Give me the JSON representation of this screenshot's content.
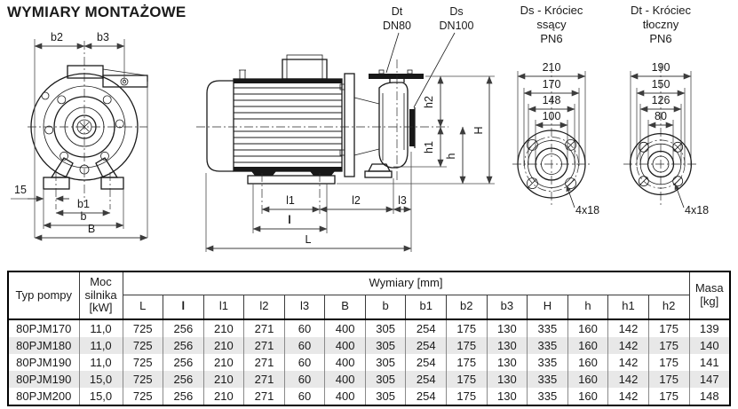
{
  "page": {
    "title": "WYMIARY MONTAŻOWE"
  },
  "drawings": {
    "front_view": {
      "b2": "b2",
      "b3": "b3",
      "dim15": "15",
      "b1": "b1",
      "b": "b",
      "B": "B"
    },
    "side_view": {
      "dt": "Dt",
      "dt_size": "DN80",
      "ds": "Ds",
      "ds_size": "DN100",
      "h2": "h2",
      "h1": "h1",
      "h": "h",
      "H": "H",
      "l1": "l1",
      "l2": "l2",
      "l3": "l3",
      "l": "l",
      "L": "L"
    },
    "suction_flange": {
      "title_line1": "Ds - Króciec",
      "title_line2": "ssący",
      "title_line3": "PN6",
      "dims": [
        "210",
        "170",
        "148",
        "100"
      ],
      "holes": "4x18"
    },
    "discharge_flange": {
      "title_line1": "Dt - Króciec",
      "title_line2": "tłoczny",
      "title_line3": "PN6",
      "dims": [
        "190",
        "150",
        "126",
        "80"
      ],
      "holes": "4x18"
    }
  },
  "table": {
    "headers": {
      "typ": "Typ pompy",
      "moc": "Moc silnika [kW]",
      "wymiary": "Wymiary [mm]",
      "masa": "Masa [kg]"
    },
    "dim_cols": [
      "L",
      "l",
      "l1",
      "l2",
      "l3",
      "B",
      "b",
      "b1",
      "b2",
      "b3",
      "H",
      "h",
      "h1",
      "h2"
    ],
    "rows": [
      {
        "typ": "80PJM170",
        "moc": "11,0",
        "dims": [
          "725",
          "256",
          "210",
          "271",
          "60",
          "400",
          "305",
          "254",
          "175",
          "130",
          "335",
          "160",
          "142",
          "175"
        ],
        "masa": "139"
      },
      {
        "typ": "80PJM180",
        "moc": "11,0",
        "dims": [
          "725",
          "256",
          "210",
          "271",
          "60",
          "400",
          "305",
          "254",
          "175",
          "130",
          "335",
          "160",
          "142",
          "175"
        ],
        "masa": "140"
      },
      {
        "typ": "80PJM190",
        "moc": "11,0",
        "dims": [
          "725",
          "256",
          "210",
          "271",
          "60",
          "400",
          "305",
          "254",
          "175",
          "130",
          "335",
          "160",
          "142",
          "175"
        ],
        "masa": "141"
      },
      {
        "typ": "80PJM190",
        "moc": "15,0",
        "dims": [
          "725",
          "256",
          "210",
          "271",
          "60",
          "400",
          "305",
          "254",
          "175",
          "130",
          "335",
          "160",
          "142",
          "175"
        ],
        "masa": "147"
      },
      {
        "typ": "80PJM200",
        "moc": "15,0",
        "dims": [
          "725",
          "256",
          "210",
          "271",
          "60",
          "400",
          "305",
          "254",
          "175",
          "130",
          "335",
          "160",
          "142",
          "175"
        ],
        "masa": "148"
      }
    ]
  }
}
